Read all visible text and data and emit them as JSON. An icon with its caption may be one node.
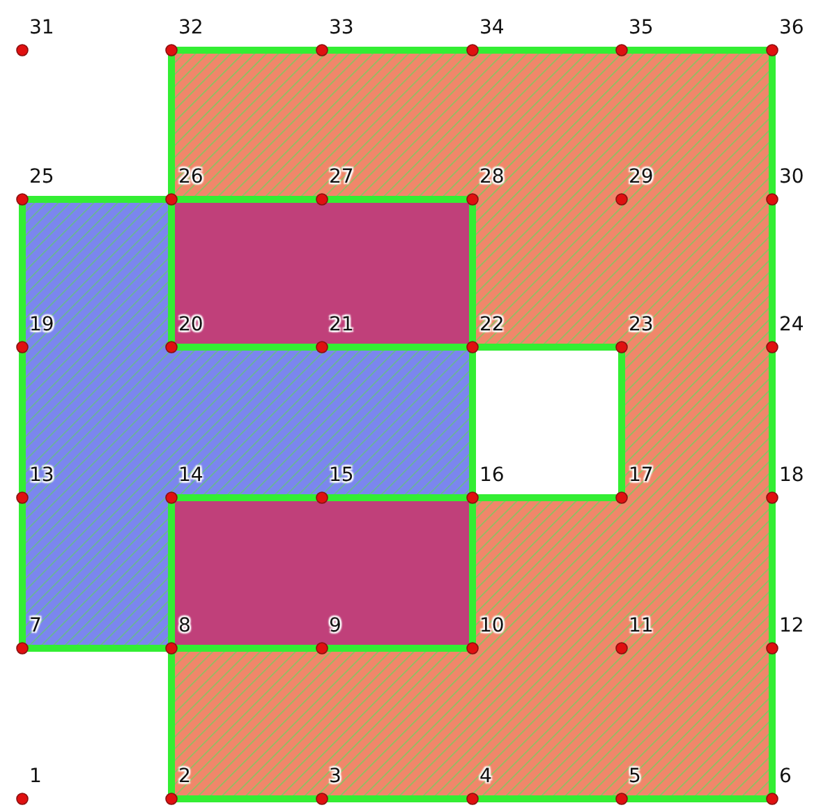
{
  "diagram": {
    "labels": [
      "31",
      "32",
      "33",
      "34",
      "35",
      "36",
      "25",
      "26",
      "27",
      "28",
      "29",
      "30",
      "19",
      "20",
      "21",
      "22",
      "23",
      "24",
      "13",
      "14",
      "15",
      "16",
      "17",
      "18",
      "7",
      "8",
      "9",
      "10",
      "11",
      "12",
      "1",
      "2",
      "3",
      "4",
      "5",
      "6"
    ]
  }
}
